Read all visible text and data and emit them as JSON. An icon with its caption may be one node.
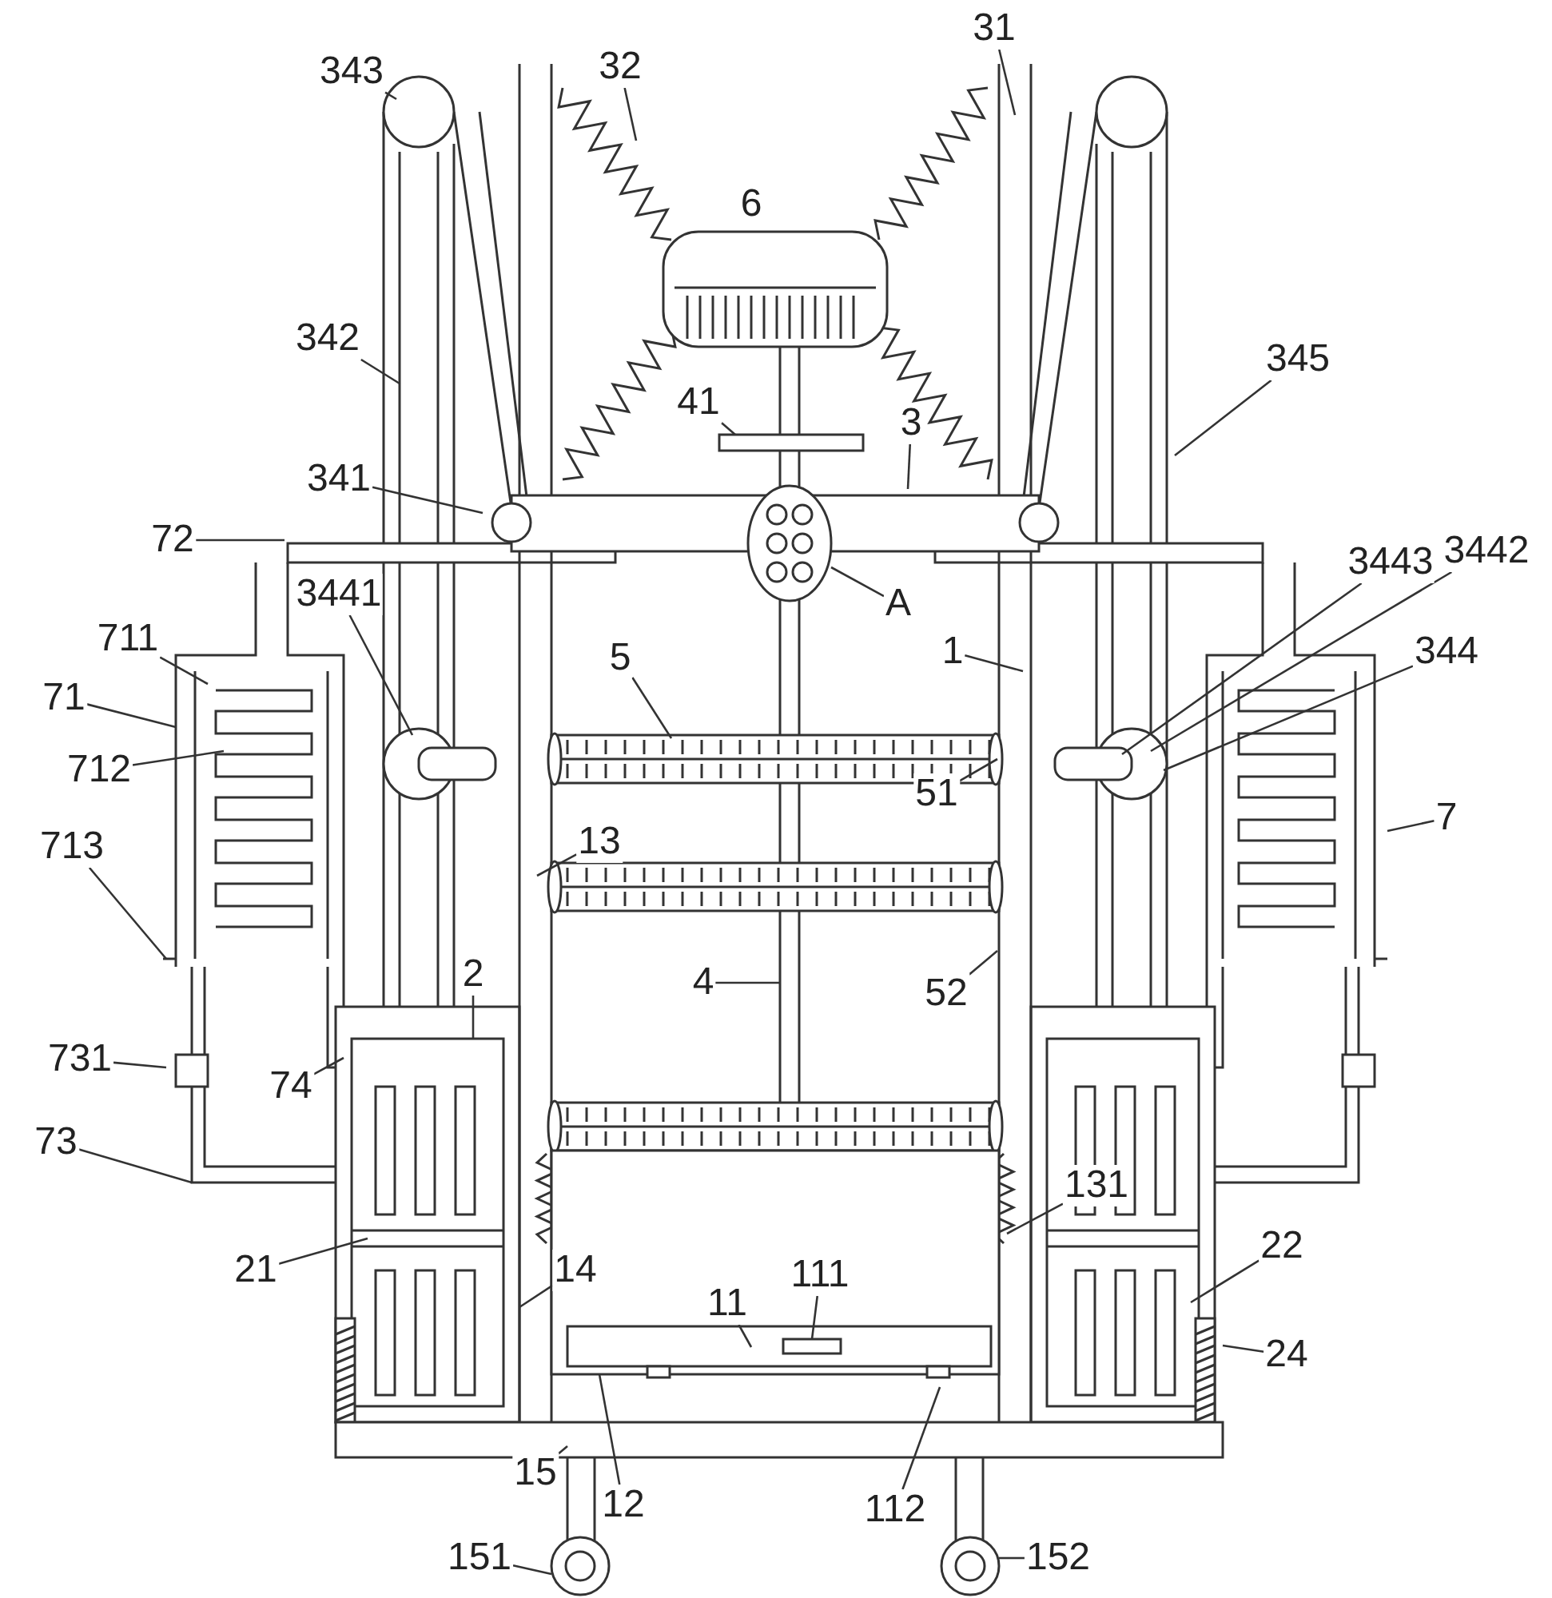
{
  "diagram": {
    "nodes": [
      {
        "text": [
          "343"
        ]
      },
      {
        "text": [
          "32"
        ]
      },
      {
        "text": [
          "31"
        ]
      },
      {
        "text": [
          "342"
        ]
      },
      {
        "text": [
          "345"
        ]
      },
      {
        "text": [
          "41"
        ]
      },
      {
        "text": [
          "3"
        ]
      },
      {
        "text": [
          "341"
        ]
      },
      {
        "text": [
          "3443"
        ]
      },
      {
        "text": [
          "72"
        ]
      },
      {
        "text": [
          "3441"
        ]
      },
      {
        "text": [
          "3442"
        ]
      },
      {
        "text": [
          "A"
        ]
      },
      {
        "text": [
          "1"
        ]
      },
      {
        "text": [
          "711"
        ]
      },
      {
        "text": [
          "71"
        ]
      },
      {
        "text": [
          "5"
        ]
      },
      {
        "text": [
          "344"
        ]
      },
      {
        "text": [
          "712"
        ]
      },
      {
        "text": [
          "51"
        ]
      },
      {
        "text": [
          "7"
        ]
      },
      {
        "text": [
          "13"
        ]
      },
      {
        "text": [
          "713"
        ]
      },
      {
        "text": [
          "2"
        ]
      },
      {
        "text": [
          "52"
        ]
      },
      {
        "text": [
          "4"
        ]
      },
      {
        "text": [
          "731"
        ]
      },
      {
        "text": [
          "74"
        ]
      },
      {
        "text": [
          "73"
        ]
      },
      {
        "text": [
          "131"
        ]
      },
      {
        "text": [
          "21"
        ]
      },
      {
        "text": [
          "22"
        ]
      },
      {
        "text": [
          "14"
        ]
      },
      {
        "text": [
          "111"
        ]
      },
      {
        "text": [
          "11"
        ]
      },
      {
        "text": [
          "24"
        ]
      },
      {
        "text": [
          "15"
        ]
      },
      {
        "text": [
          "12"
        ]
      },
      {
        "text": [
          "112"
        ]
      },
      {
        "text": [
          "151"
        ]
      },
      {
        "text": [
          "152"
        ]
      },
      {
        "text": [
          "6"
        ]
      }
    ],
    "edges": [
      {
        "from": 0,
        "to": null,
        "arrow": "none"
      },
      {
        "from": 1,
        "to": null,
        "arrow": "none"
      },
      {
        "from": 2,
        "to": null,
        "arrow": "none"
      },
      {
        "from": 3,
        "to": null,
        "arrow": "none"
      },
      {
        "from": 4,
        "to": null,
        "arrow": "none"
      },
      {
        "from": 5,
        "to": null,
        "arrow": "none"
      },
      {
        "from": 6,
        "to": null,
        "arrow": "none"
      },
      {
        "from": 7,
        "to": null,
        "arrow": "none"
      },
      {
        "from": 8,
        "to": null,
        "arrow": "none"
      },
      {
        "from": 9,
        "to": null,
        "arrow": "none"
      },
      {
        "from": 10,
        "to": null,
        "arrow": "none"
      },
      {
        "from": 11,
        "to": null,
        "arrow": "none"
      },
      {
        "from": 12,
        "to": null,
        "arrow": "none"
      },
      {
        "from": 13,
        "to": null,
        "arrow": "none"
      },
      {
        "from": 14,
        "to": null,
        "arrow": "none"
      },
      {
        "from": 15,
        "to": null,
        "arrow": "none"
      },
      {
        "from": 16,
        "to": null,
        "arrow": "none"
      },
      {
        "from": 17,
        "to": null,
        "arrow": "none"
      },
      {
        "from": 18,
        "to": null,
        "arrow": "none"
      },
      {
        "from": 19,
        "to": null,
        "arrow": "none"
      },
      {
        "from": 20,
        "to": null,
        "arrow": "none"
      },
      {
        "from": 21,
        "to": null,
        "arrow": "none"
      },
      {
        "from": 22,
        "to": null,
        "arrow": "none"
      },
      {
        "from": 23,
        "to": null,
        "arrow": "none"
      },
      {
        "from": 24,
        "to": null,
        "arrow": "none"
      },
      {
        "from": 25,
        "to": null,
        "arrow": "none"
      },
      {
        "from": 26,
        "to": null,
        "arrow": "none"
      },
      {
        "from": 27,
        "to": null,
        "arrow": "none"
      },
      {
        "from": 28,
        "to": null,
        "arrow": "none"
      },
      {
        "from": 29,
        "to": null,
        "arrow": "none"
      },
      {
        "from": 30,
        "to": null,
        "arrow": "none"
      },
      {
        "from": 31,
        "to": null,
        "arrow": "none"
      },
      {
        "from": 32,
        "to": null,
        "arrow": "none"
      },
      {
        "from": 33,
        "to": null,
        "arrow": "none"
      },
      {
        "from": 34,
        "to": null,
        "arrow": "none"
      },
      {
        "from": 35,
        "to": null,
        "arrow": "none"
      },
      {
        "from": 36,
        "to": null,
        "arrow": "none"
      },
      {
        "from": 37,
        "to": null,
        "arrow": "none"
      },
      {
        "from": 38,
        "to": null,
        "arrow": "none"
      },
      {
        "from": 39,
        "to": null,
        "arrow": "none"
      },
      {
        "from": 40,
        "to": null,
        "arrow": "none"
      }
    ]
  }
}
